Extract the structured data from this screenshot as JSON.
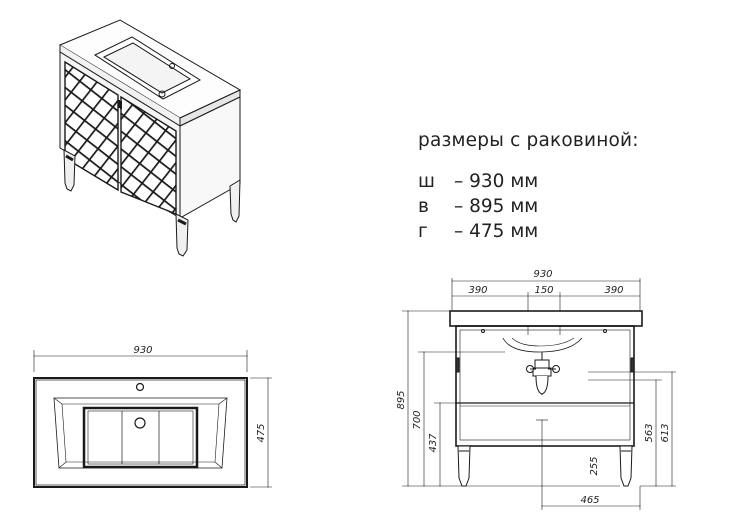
{
  "spec": {
    "title": "размеры с раковиной:",
    "rows": [
      {
        "key": "ш",
        "value": "– 930 мм"
      },
      {
        "key": "в",
        "value": "– 895 мм"
      },
      {
        "key": "г",
        "value": "– 475 мм"
      }
    ]
  },
  "top_view": {
    "width_label": "930",
    "depth_label": "475"
  },
  "front_view": {
    "overall_width": "930",
    "left_section": "390",
    "center_section": "150",
    "right_section": "390",
    "total_height": "895",
    "height_700": "700",
    "height_437": "437",
    "height_255": "255",
    "height_563": "563",
    "height_613": "613",
    "depth_465": "465"
  }
}
